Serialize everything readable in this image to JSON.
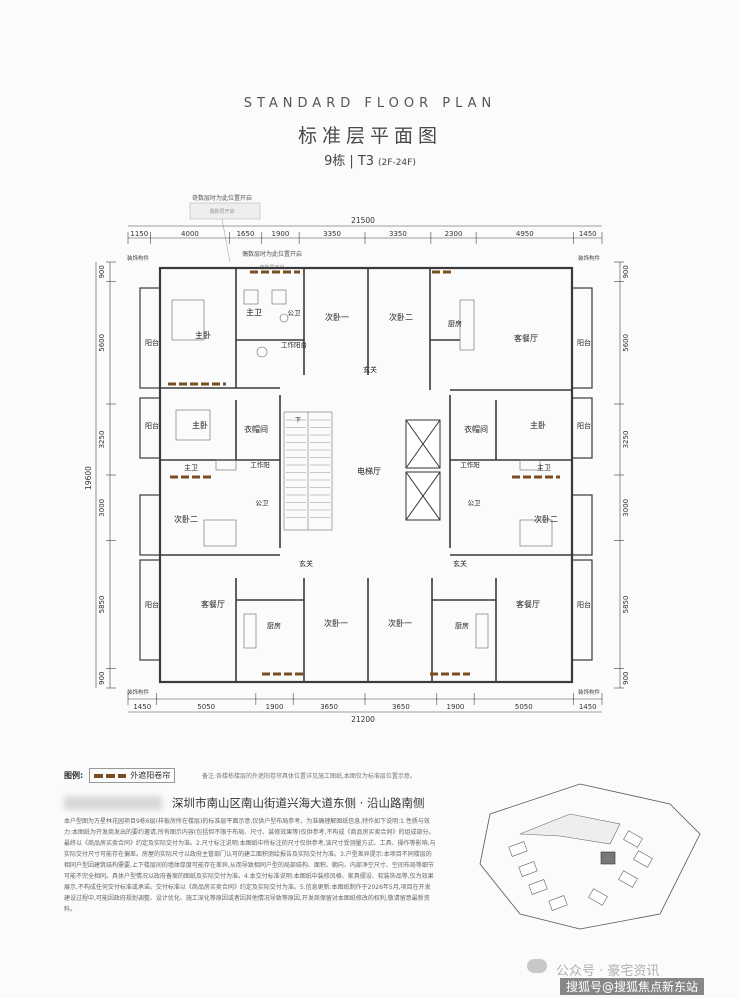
{
  "header": {
    "title_en": "STANDARD FLOOR PLAN",
    "title_cn": "标准层平面图",
    "building": "9栋",
    "sep": "|",
    "unit": "T3",
    "floors": "(2F-24F)"
  },
  "dimensions": {
    "top_total": "21500",
    "top_segments": [
      "1150",
      "4000",
      "1650",
      "1900",
      "3350",
      "3350",
      "2300",
      "4950",
      "1450"
    ],
    "bottom_total": "21200",
    "bottom_segments": [
      "1450",
      "5050",
      "1900",
      "3650",
      "3650",
      "1900",
      "5050",
      "1450"
    ],
    "left_total": "19600",
    "left_segments": [
      "900",
      "5600",
      "3250",
      "3000",
      "5850",
      "900"
    ],
    "right_segments": [
      "900",
      "5600",
      "3250",
      "3000",
      "5850",
      "900"
    ]
  },
  "notes": {
    "shade_top": "奇数层时为此位置开启",
    "shade_top2": "偶数层时为此位置开启",
    "shade_sub1": "偶数层开启",
    "shade_sub2": "奇数层开启",
    "deco": "装饰构件"
  },
  "rooms": {
    "master_bedroom": "主卧",
    "master_bath": "主卫",
    "public_bath": "公卫",
    "utility": "工作阳台",
    "utility2": "工作阳",
    "second_bedroom1": "次卧一",
    "second_bedroom2": "次卧二",
    "kitchen": "厨房",
    "living": "客餐厅",
    "balcony": "阳台",
    "foyer": "玄关",
    "closet": "衣帽间",
    "elevator_hall": "电梯厅",
    "stair_down": "下"
  },
  "legend": {
    "label": "图例:",
    "item": "外遮阳卷帘",
    "note": "备注:各楼栋楼层的外遮阳卷帘具体位置详见施工图纸,本图仅为标准层位置示意。"
  },
  "location": "深圳市南山区南山街道兴海大道东侧 · 沿山路南侧",
  "disclaimer": "本户型图为万星林花园项目9栋6层(样板房所在楼层)的标准层平面示意,仅供户型布局参考。为准确理解图纸信息,特作如下说明:1.性质与效力:本图纸为开发商发出的要约邀请,所有图示内容(包括但不限于布局、尺寸、装修效果等)仅供参考,不构成《商品房买卖合同》的组成部分。最终以《商品房买卖合同》约定及实际交付为准。2.尺寸标注说明:本图纸中所标注的尺寸仅供参考,该尺寸受测量方式、工具、操作等影响,与实际交付尺寸可能存在偏差。房屋的实际尺寸以政府主管部门认可的建工面积测绘报告及实际交付为准。3.户型差异提示:本项目不同楼层的相同户型因建筑结构需要,上下楼层间的墙体厚度可能存在差异,从而导致相同户型的局部结构、面积、朝向、内部净空尺寸、空间布局等细节可能不完全相同。具体户型情况以政府备案的图纸及实际交付为准。4.本交付标准说明:本图纸中装修风格、家具摆设、软装饰品等,仅为效果展示,不构成任何交付标准或承诺。交付标准以《商品房买卖合同》约定及实际交付为准。5.信息更新:本图纸制作于2026年5月,项目在开发建设过程中,可能因政府规划调整、设计优化、施工深化等原因或者因其他情况导致等原因,开发商保留对本图纸修改的权利,敬请留意最新资料。",
  "watermarks": {
    "wechat": "公众号 · 豪宅资讯",
    "sohu": "搜狐号@搜狐焦点新东站"
  },
  "colors": {
    "wall": "#3a3a3a",
    "shade": "#7a4e22",
    "line": "#555555"
  }
}
